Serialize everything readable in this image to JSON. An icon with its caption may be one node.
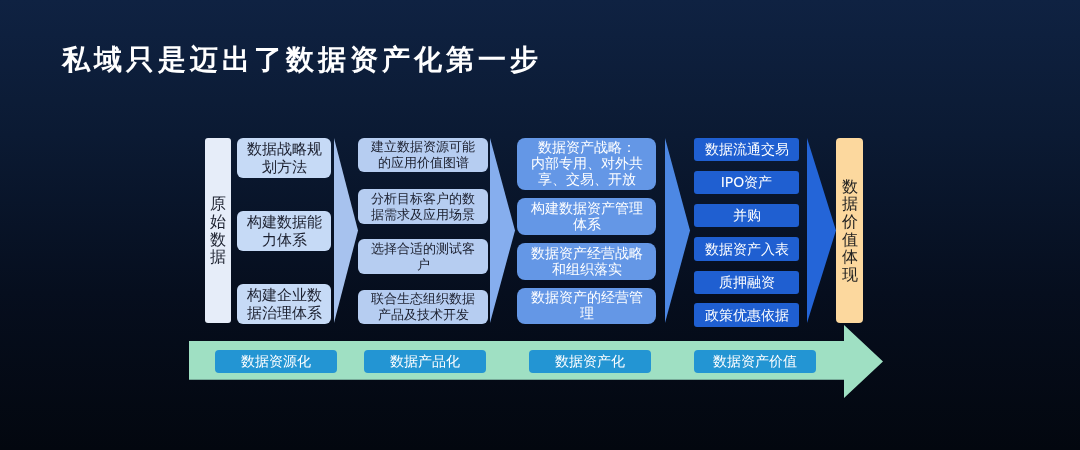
{
  "diagram": {
    "title": "私域只是迈出了数据资产化第一步",
    "nodes": [
      {
        "text": [
          "原始数据"
        ]
      },
      {
        "text": [
          "数据战略规划方法"
        ]
      },
      {
        "text": [
          "构建数据能力体系"
        ]
      },
      {
        "text": [
          "构建企业数据治理体系"
        ]
      },
      {
        "text": [
          "建立数据资源可能的应用价值图谱"
        ]
      },
      {
        "text": [
          "分析目标客户的数据需求及应用场景"
        ]
      },
      {
        "text": [
          "选择合适的测试客户"
        ]
      },
      {
        "text": [
          "联合生态组织数据产品及技术开发"
        ]
      },
      {
        "text": [
          "数据资产战略：",
          "内部专用、对外共享、交易、开放"
        ]
      },
      {
        "text": [
          "构建数据资产管理体系"
        ]
      },
      {
        "text": [
          "数据资产经营战略和组织落实"
        ]
      },
      {
        "text": [
          "数据资产的经营管理"
        ]
      },
      {
        "text": [
          "数据流通交易"
        ]
      },
      {
        "text": [
          "IPO资产"
        ]
      },
      {
        "text": [
          "并购"
        ]
      },
      {
        "text": [
          "数据资产入表"
        ]
      },
      {
        "text": [
          "质押融资"
        ]
      },
      {
        "text": [
          "政策优惠依据"
        ]
      },
      {
        "text": [
          "数据价值体现"
        ]
      },
      {
        "text": [],
        "shape": "arrow"
      },
      {
        "text": [
          "数据资源化"
        ],
        "in": 19
      },
      {
        "text": [
          "数据产品化"
        ],
        "in": 19
      },
      {
        "text": [
          "数据资产化"
        ],
        "in": 19
      },
      {
        "text": [
          "数据资产价值"
        ],
        "in": 19
      }
    ],
    "edges": [
      {
        "from": null,
        "to": 18,
        "arrow": "to"
      }
    ]
  }
}
